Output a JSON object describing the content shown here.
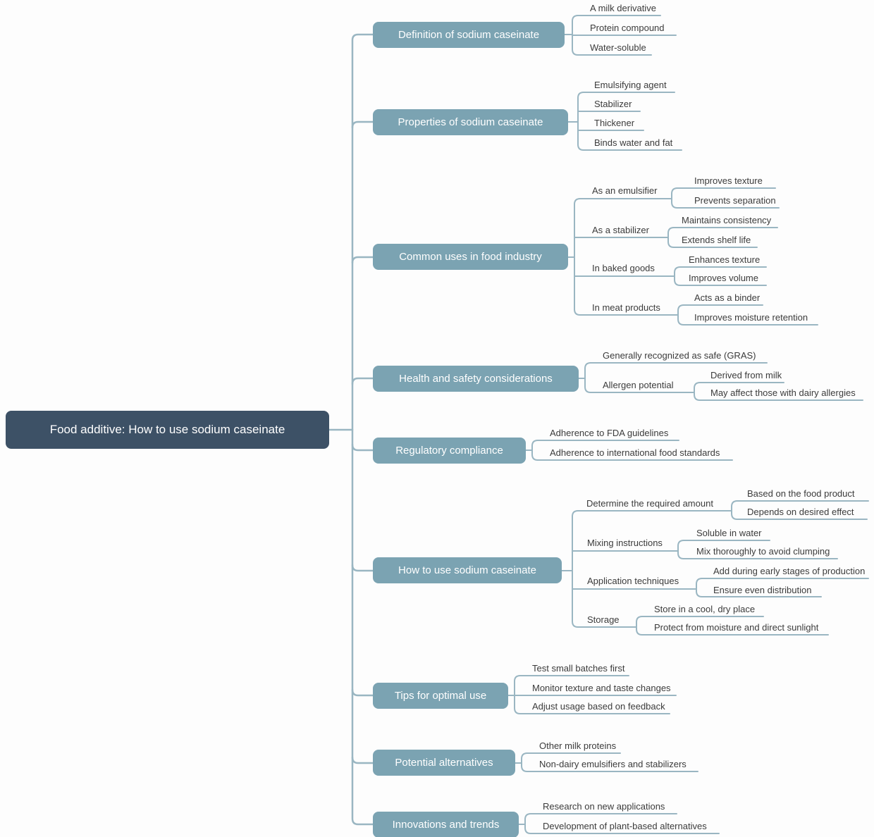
{
  "root": {
    "label": "Food additive: How to use sodium caseinate"
  },
  "branches": [
    {
      "label": "Definition of sodium caseinate",
      "children": [
        {
          "label": "A milk derivative"
        },
        {
          "label": "Protein compound"
        },
        {
          "label": "Water-soluble"
        }
      ]
    },
    {
      "label": "Properties of sodium caseinate",
      "children": [
        {
          "label": "Emulsifying agent"
        },
        {
          "label": "Stabilizer"
        },
        {
          "label": "Thickener"
        },
        {
          "label": "Binds water and fat"
        }
      ]
    },
    {
      "label": "Common uses in food industry",
      "children": [
        {
          "label": "As an emulsifier",
          "children": [
            {
              "label": "Improves texture"
            },
            {
              "label": "Prevents separation"
            }
          ]
        },
        {
          "label": "As a stabilizer",
          "children": [
            {
              "label": "Maintains consistency"
            },
            {
              "label": "Extends shelf life"
            }
          ]
        },
        {
          "label": "In baked goods",
          "children": [
            {
              "label": "Enhances texture"
            },
            {
              "label": "Improves volume"
            }
          ]
        },
        {
          "label": "In meat products",
          "children": [
            {
              "label": "Acts as a binder"
            },
            {
              "label": "Improves moisture retention"
            }
          ]
        }
      ]
    },
    {
      "label": "Health and safety considerations",
      "children": [
        {
          "label": "Generally recognized as safe (GRAS)"
        },
        {
          "label": "Allergen potential",
          "children": [
            {
              "label": "Derived from milk"
            },
            {
              "label": "May affect those with dairy allergies"
            }
          ]
        }
      ]
    },
    {
      "label": "Regulatory compliance",
      "children": [
        {
          "label": "Adherence to FDA guidelines"
        },
        {
          "label": "Adherence to international food standards"
        }
      ]
    },
    {
      "label": "How to use sodium caseinate",
      "children": [
        {
          "label": "Determine the required amount",
          "children": [
            {
              "label": "Based on the food product"
            },
            {
              "label": "Depends on desired effect"
            }
          ]
        },
        {
          "label": "Mixing instructions",
          "children": [
            {
              "label": "Soluble in water"
            },
            {
              "label": "Mix thoroughly to avoid clumping"
            }
          ]
        },
        {
          "label": "Application techniques",
          "children": [
            {
              "label": "Add during early stages of production"
            },
            {
              "label": "Ensure even distribution"
            }
          ]
        },
        {
          "label": "Storage",
          "children": [
            {
              "label": "Store in a cool, dry place"
            },
            {
              "label": "Protect from moisture and direct sunlight"
            }
          ]
        }
      ]
    },
    {
      "label": "Tips for optimal use",
      "children": [
        {
          "label": "Test small batches first"
        },
        {
          "label": "Monitor texture and taste changes"
        },
        {
          "label": "Adjust usage based on feedback"
        }
      ]
    },
    {
      "label": "Potential alternatives",
      "children": [
        {
          "label": "Other milk proteins"
        },
        {
          "label": "Non-dairy emulsifiers and stabilizers"
        }
      ]
    },
    {
      "label": "Innovations and trends",
      "children": [
        {
          "label": "Research on new applications"
        },
        {
          "label": "Development of plant-based alternatives"
        }
      ]
    }
  ],
  "colors": {
    "root_fill": "#3d5166",
    "root_text": "#ffffff",
    "branch_fill": "#7ba3b2",
    "branch_text": "#ffffff",
    "connector": "#9ab6c2",
    "label_text": "#3b3b3b",
    "background": "#fdfdfd"
  }
}
